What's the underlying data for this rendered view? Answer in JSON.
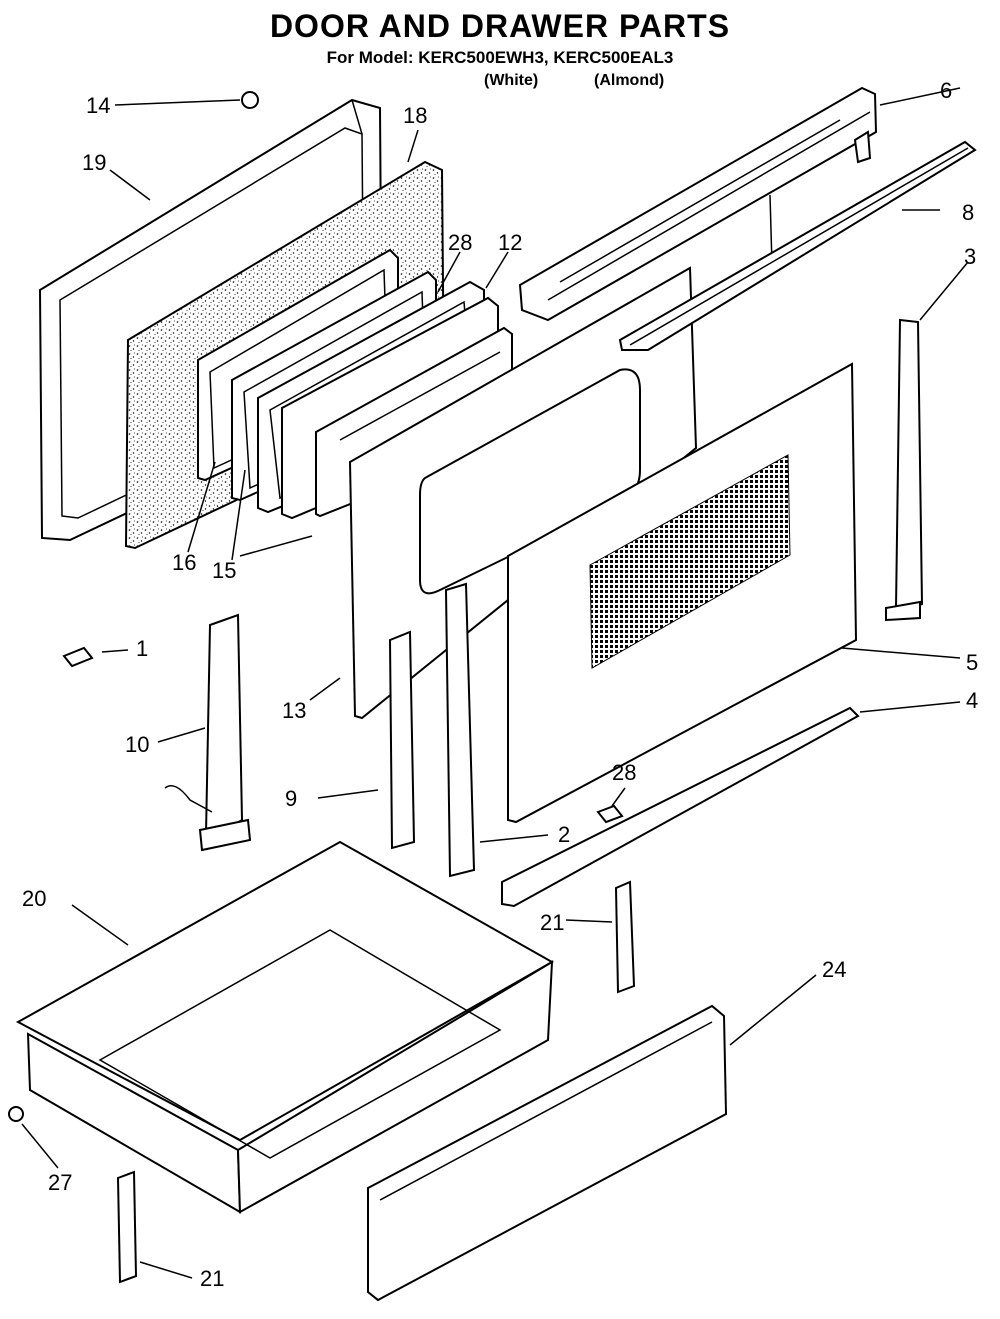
{
  "header": {
    "title": "DOOR AND DRAWER PARTS",
    "subtitle": "For Model: KERC500EWH3, KERC500EAL3",
    "variant_white": "(White)",
    "variant_almond": "(Almond)"
  },
  "callouts": {
    "c1": "1",
    "c2": "2",
    "c3": "3",
    "c4": "4",
    "c5": "5",
    "c6": "6",
    "c8": "8",
    "c9": "9",
    "c10": "10",
    "c12": "12",
    "c13": "13",
    "c14": "14",
    "c15": "15",
    "c16": "16",
    "c18": "18",
    "c19": "19",
    "c20": "20",
    "c21a": "21",
    "c21b": "21",
    "c24": "24",
    "c27": "27",
    "c28a": "28",
    "c28b": "28"
  }
}
